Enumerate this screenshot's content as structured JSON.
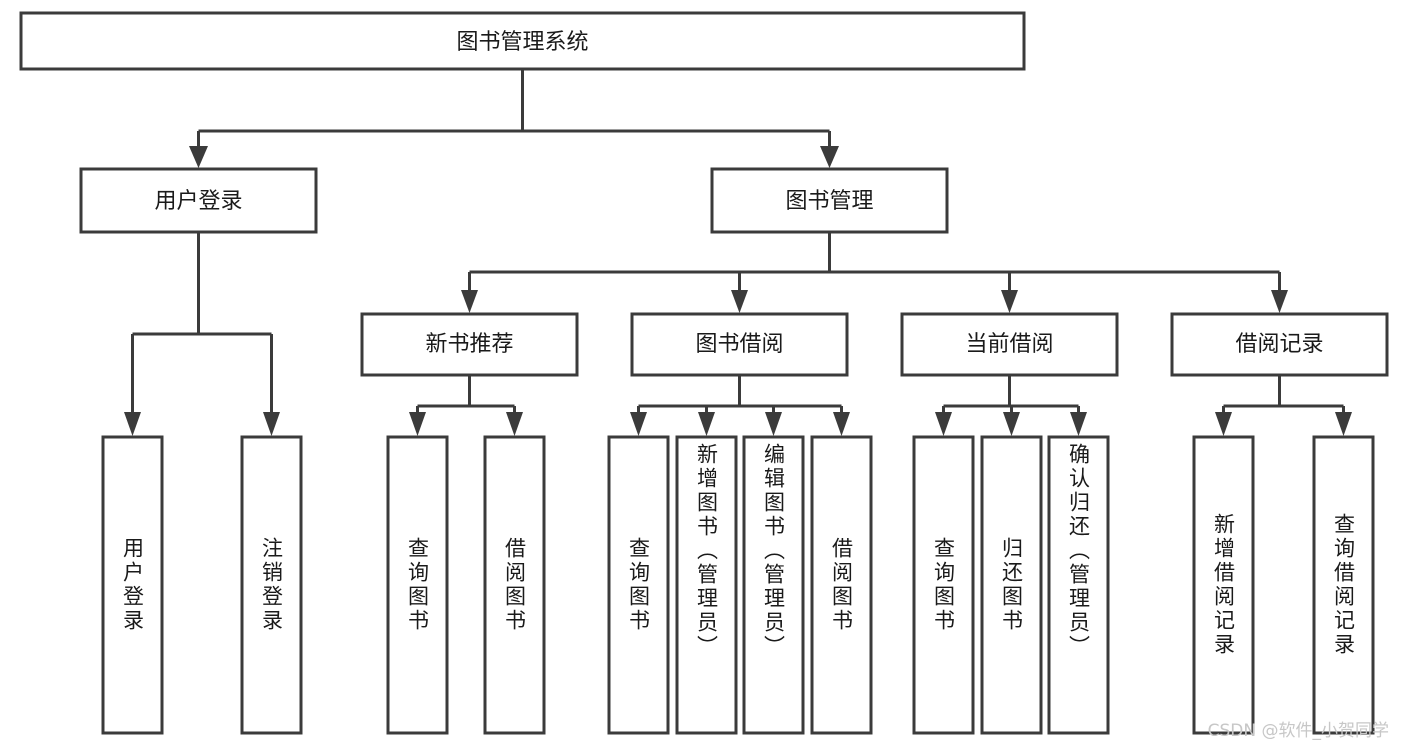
{
  "diagram": {
    "type": "tree-hierarchy",
    "title": "图书管理系统",
    "root": {
      "id": "root",
      "label": "图书管理系统"
    },
    "level2": [
      {
        "id": "user-login",
        "label": "用户登录"
      },
      {
        "id": "book-manage",
        "label": "图书管理"
      }
    ],
    "level3": [
      {
        "id": "new-book-rec",
        "label": "新书推荐",
        "parent": "book-manage"
      },
      {
        "id": "book-borrow",
        "label": "图书借阅",
        "parent": "book-manage"
      },
      {
        "id": "current-borrow",
        "label": "当前借阅",
        "parent": "book-manage"
      },
      {
        "id": "borrow-record",
        "label": "借阅记录",
        "parent": "book-manage"
      }
    ],
    "leaves": [
      {
        "id": "leaf-user-login",
        "label": "用户登录",
        "parent": "user-login"
      },
      {
        "id": "leaf-logout-login",
        "label": "注销登录",
        "parent": "user-login"
      },
      {
        "id": "leaf-query-book-1",
        "label": "查询图书",
        "parent": "new-book-rec"
      },
      {
        "id": "leaf-borrow-book-1",
        "label": "借阅图书",
        "parent": "new-book-rec"
      },
      {
        "id": "leaf-query-book-2",
        "label": "查询图书",
        "parent": "book-borrow"
      },
      {
        "id": "leaf-add-book",
        "label": "新增图书（管理员）",
        "parent": "book-borrow"
      },
      {
        "id": "leaf-edit-book",
        "label": "编辑图书（管理员）",
        "parent": "book-borrow"
      },
      {
        "id": "leaf-borrow-book-2",
        "label": "借阅图书",
        "parent": "book-borrow"
      },
      {
        "id": "leaf-query-book-3",
        "label": "查询图书",
        "parent": "current-borrow"
      },
      {
        "id": "leaf-return-book",
        "label": "归还图书",
        "parent": "current-borrow"
      },
      {
        "id": "leaf-confirm-return",
        "label": "确认归还（管理员）",
        "parent": "current-borrow"
      },
      {
        "id": "leaf-add-record",
        "label": "新增借阅记录",
        "parent": "borrow-record"
      },
      {
        "id": "leaf-query-record",
        "label": "查询借阅记录",
        "parent": "borrow-record"
      }
    ],
    "watermark": "CSDN @软件_小贺同学",
    "colors": {
      "stroke": "#3b3b3b",
      "fill": "#ffffff",
      "text": "#1a1a1a",
      "watermark": "#c7c7c7",
      "background": "#ffffff"
    }
  }
}
